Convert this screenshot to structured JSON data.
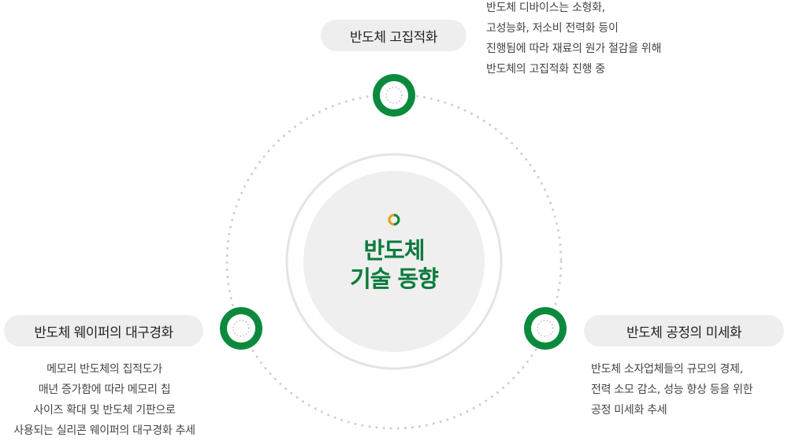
{
  "center": {
    "line1": "반도체",
    "line2": "기술 동향"
  },
  "nodes": [
    {
      "title": "반도체 고집적화",
      "desc": [
        "반도체 디바이스는 소형화,",
        "고성능화, 저소비 전력화 등이",
        "진행됨에 따라 재료의 원가 절감을 위해",
        "반도체의 고집적화 진행 중"
      ]
    },
    {
      "title": "반도체 웨이퍼의 대구경화",
      "desc": [
        "메모리 반도체의 집적도가",
        "매년 증가함에 따라 메모리 칩",
        "사이즈 확대 및 반도체 기판으로",
        "사용되는 실리콘 웨이퍼의 대구경화 추세"
      ]
    },
    {
      "title": "반도체 공정의 미세화",
      "desc": [
        "반도체 소자업체들의 규모의 경제,",
        "전력 소모 감소, 성능 향상 등을 위한",
        "공정 미세화 추세"
      ]
    }
  ],
  "colors": {
    "accent": "#0b8a3e",
    "pill_bg": "#eeeeee",
    "dots": "#cfcfcf",
    "center_fill": "#efefef",
    "center_ring": "#e4e4e4",
    "title_green": "#0b7a3b",
    "dot_orange": "#e0a01a"
  }
}
